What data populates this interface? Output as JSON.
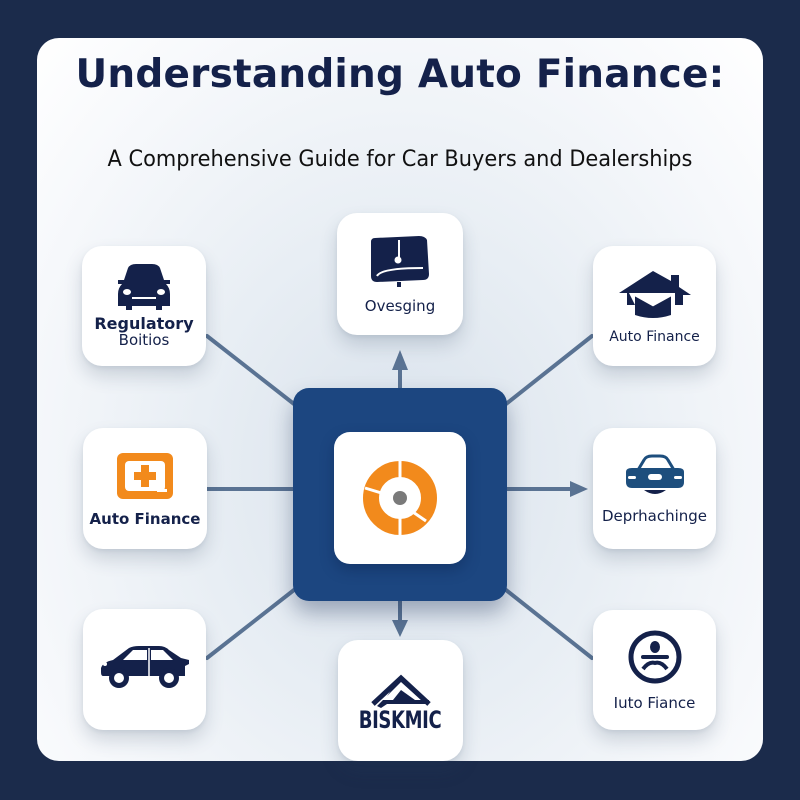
{
  "header": {
    "title": "Understanding Auto Finance:",
    "subtitle": "A Comprehensive Guide for Car Buyers and Dealerships"
  },
  "hub": {
    "icon": "donut-chart-icon",
    "colors": {
      "frame": "#1c4680",
      "ring": "#f28a1c",
      "center": "#7a7a7a"
    }
  },
  "nodes": [
    {
      "id": "top-left",
      "icon": "car-front-icon",
      "label_line1": "Regulatory",
      "label_line2": "Boitios"
    },
    {
      "id": "top-center",
      "icon": "monitor-icon",
      "label": "Ovesging"
    },
    {
      "id": "top-right",
      "icon": "house-graduation-icon",
      "label": "Auto Finance"
    },
    {
      "id": "middle-left",
      "icon": "medical-kit-icon",
      "label": "Auto Finance"
    },
    {
      "id": "middle-right",
      "icon": "sports-car-icon",
      "label": "Deprhachinge"
    },
    {
      "id": "bottom-left",
      "icon": "sedan-icon",
      "label": ""
    },
    {
      "id": "bottom-center",
      "icon": "roof-icon",
      "label": "BISKMIC"
    },
    {
      "id": "bottom-right",
      "icon": "circle-symbol-icon",
      "label": "Iuto Fiance"
    }
  ],
  "colors": {
    "background": "#1b2b4b",
    "navy": "#14214a",
    "connector": "#5a7393",
    "orange": "#f28a1c"
  }
}
